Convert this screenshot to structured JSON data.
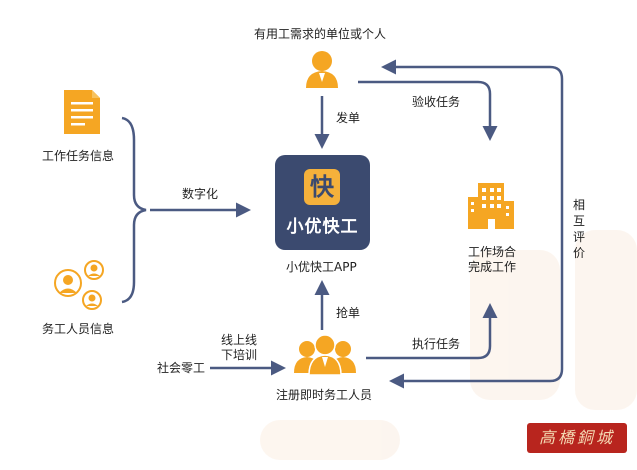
{
  "nodes": {
    "requester": "有用工需求的单位或个人",
    "task_info": "工作任务信息",
    "worker_info": "务工人员信息",
    "app_label": "小优快工APP",
    "app_name": "小优快工",
    "app_badge": "快",
    "workplace": [
      "工作场合",
      "完成工作"
    ],
    "social_workers": "社会零工",
    "registered_workers": "注册即时务工人员"
  },
  "edges": {
    "dispatch": "发单",
    "accept": "验收任务",
    "digitize": "数字化",
    "grab": "抢单",
    "execute": "执行任务",
    "training": [
      "线上线",
      "下培训"
    ],
    "mutual": [
      "相",
      "互",
      "评",
      "价"
    ]
  },
  "watermark": "高橋銅城",
  "colors": {
    "icon_orange": "#f5a623",
    "arrow_blue": "#4b5a82",
    "app_navy": "#3b4a6f",
    "badge_yellow": "#f5b13b",
    "stamp_red": "#b8251e",
    "bg_tint": "#fbeee2"
  }
}
